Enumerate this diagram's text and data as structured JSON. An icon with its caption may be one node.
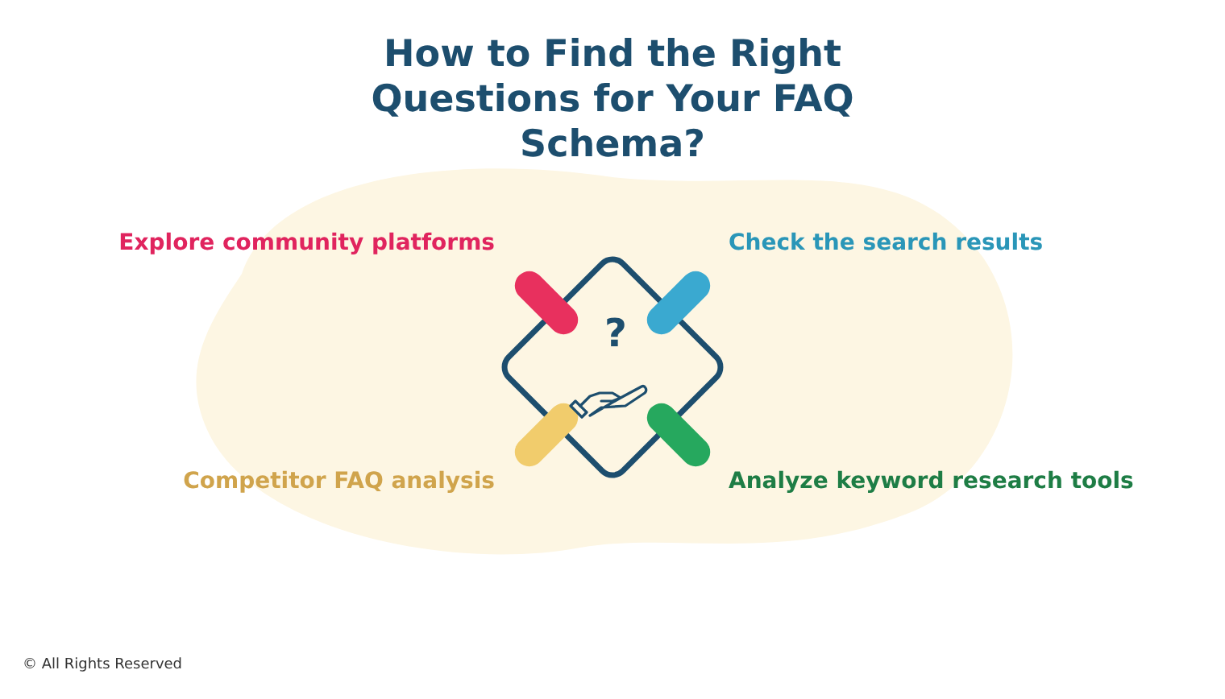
{
  "diagram": {
    "title": "How to Find the Right Questions for Your FAQ Schema?",
    "labels": [
      "Explore community platforms",
      "Check the search results",
      "?",
      "Competitor FAQ analysis",
      "Analyze keyword research tools",
      "© All Rights Reserved"
    ]
  }
}
